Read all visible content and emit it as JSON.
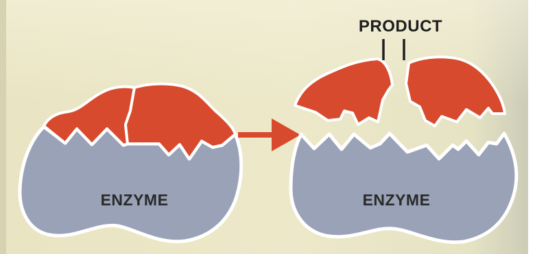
{
  "labels": {
    "left_enzyme": "ENZYME",
    "right_enzyme": "ENZYME",
    "product": "PRODUCT"
  },
  "colors": {
    "enzyme": "#99a2b6",
    "substrate": "#d84a2e",
    "outline": "#ffffff",
    "background": "#ebe6c3",
    "text": "#2a2a2a"
  }
}
